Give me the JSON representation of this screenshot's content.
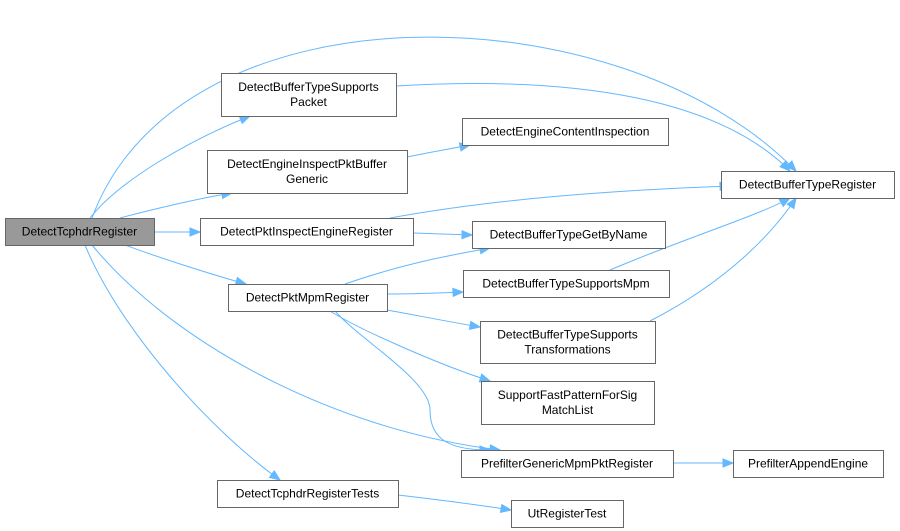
{
  "graph": {
    "edge_color": "#63b8ff",
    "root_fill": "#999999",
    "nodes": {
      "root": {
        "lines": [
          "DetectTcphdrRegister"
        ],
        "root": true
      },
      "btsp": {
        "lines": [
          "DetectBufferTypeSupports",
          "Packet"
        ]
      },
      "eipbg": {
        "lines": [
          "DetectEngineInspectPktBuffer",
          "Generic"
        ]
      },
      "pier": {
        "lines": [
          "DetectPktInspectEngineRegister"
        ]
      },
      "pmr": {
        "lines": [
          "DetectPktMpmRegister"
        ]
      },
      "trt": {
        "lines": [
          "DetectTcphdrRegisterTests"
        ]
      },
      "eci": {
        "lines": [
          "DetectEngineContentInspection"
        ]
      },
      "btr": {
        "lines": [
          "DetectBufferTypeRegister"
        ]
      },
      "btgbn": {
        "lines": [
          "DetectBufferTypeGetByName"
        ]
      },
      "btsm": {
        "lines": [
          "DetectBufferTypeSupportsMpm"
        ]
      },
      "btst": {
        "lines": [
          "DetectBufferTypeSupports",
          "Transformations"
        ]
      },
      "sfpsml": {
        "lines": [
          "SupportFastPatternForSig",
          "MatchList"
        ]
      },
      "pgmpr": {
        "lines": [
          "PrefilterGenericMpmPktRegister"
        ]
      },
      "pae": {
        "lines": [
          "PrefilterAppendEngine"
        ]
      },
      "urt": {
        "lines": [
          "UtRegisterTest"
        ]
      }
    }
  }
}
